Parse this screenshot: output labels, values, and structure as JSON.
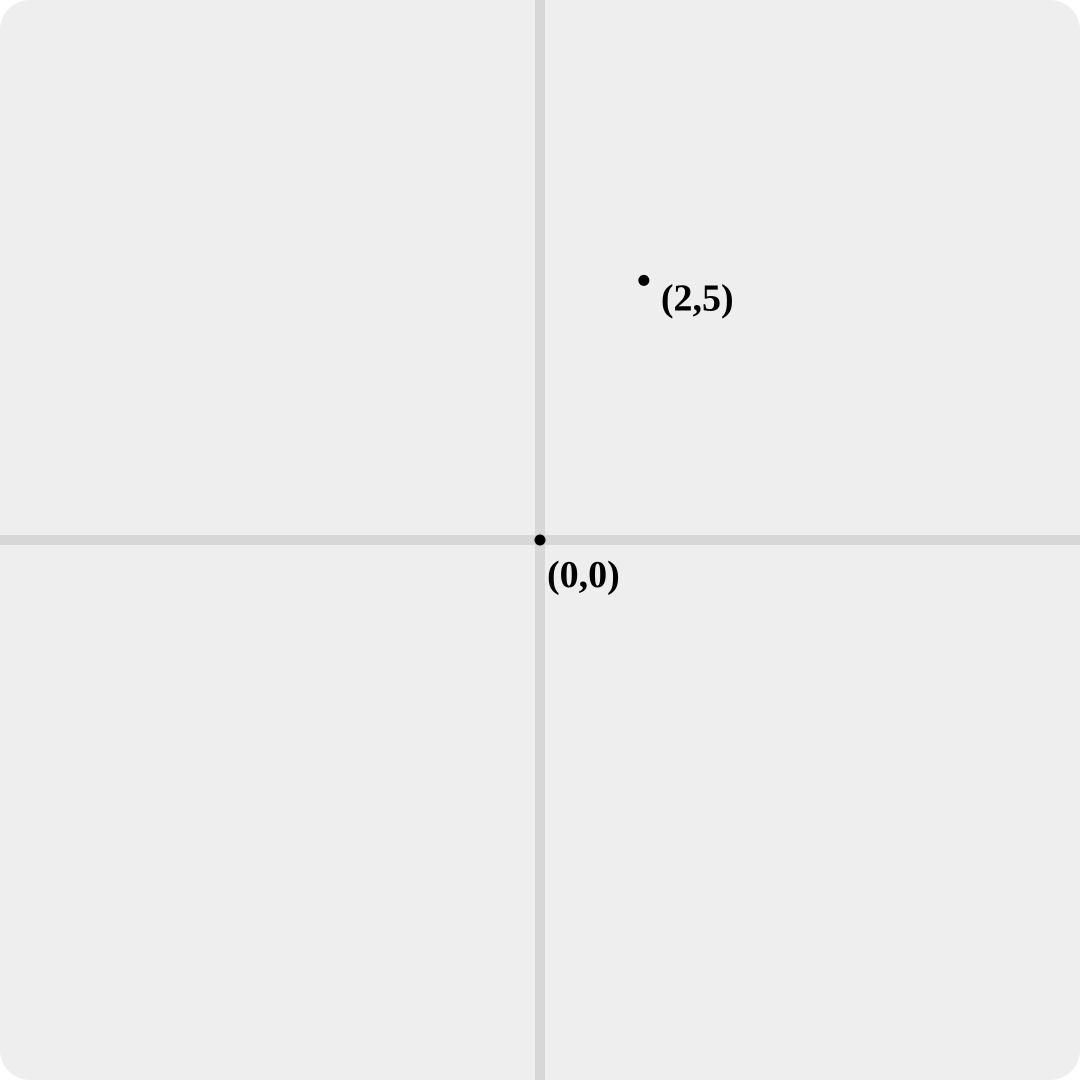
{
  "colors": {
    "background": "#eeeeee",
    "axis": "#d7d7d7",
    "point": "#000000"
  },
  "plane": {
    "x_range": [
      -10.4,
      10.4
    ],
    "y_range": [
      -10.4,
      10.4
    ]
  },
  "points": [
    {
      "x": 0,
      "y": 0,
      "label": "(0,0)"
    },
    {
      "x": 2,
      "y": 5,
      "label": "(2,5)"
    }
  ]
}
